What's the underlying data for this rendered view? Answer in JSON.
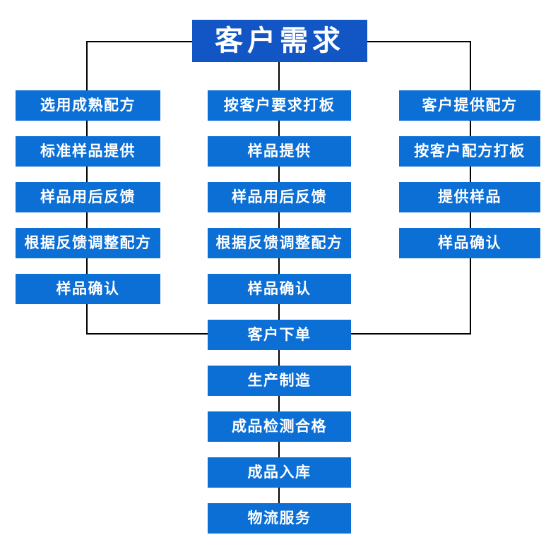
{
  "diagram": {
    "title": "客户需求",
    "type": "flowchart",
    "accent_color": "#0B6FD6",
    "title_color": "#1156C4",
    "text_color": "#FFFFFF",
    "connector_color": "#000000",
    "background_color": "#FFFFFF",
    "branches": [
      {
        "id": "left",
        "name": "mature-formula-branch",
        "steps": [
          "选用成熟配方",
          "标准样品提供",
          "样品用后反馈",
          "根据反馈调整配方",
          "样品确认"
        ]
      },
      {
        "id": "middle",
        "name": "custom-request-branch",
        "steps": [
          "按客户要求打板",
          "样品提供",
          "样品用后反馈",
          "根据反馈调整配方",
          "样品确认"
        ]
      },
      {
        "id": "right",
        "name": "customer-formula-branch",
        "steps": [
          "客户提供配方",
          "按客户配方打板",
          "提供样品",
          "样品确认"
        ]
      }
    ],
    "trunk": {
      "name": "order-fulfilment-trunk",
      "steps": [
        "客户下单",
        "生产制造",
        "成品检测合格",
        "成品入库",
        "物流服务"
      ]
    }
  }
}
